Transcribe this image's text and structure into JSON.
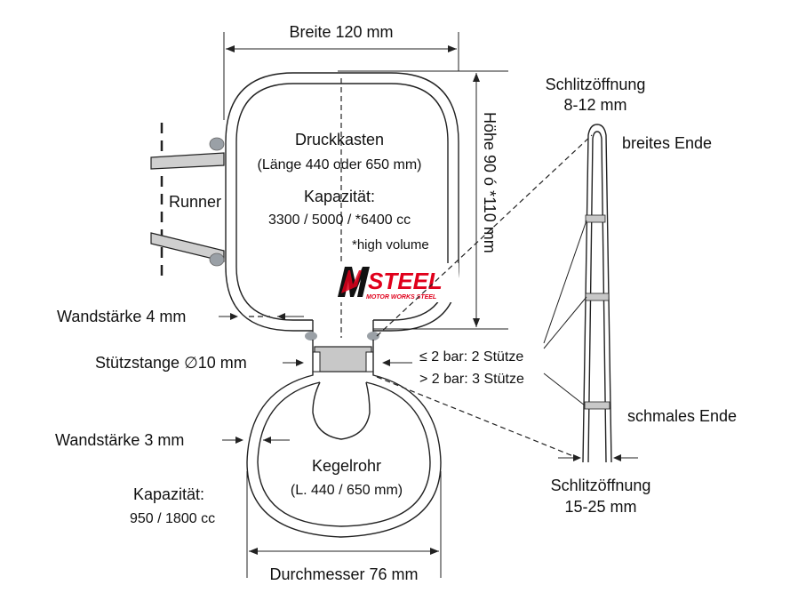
{
  "labels": {
    "breite": "Breite 120 mm",
    "hoehe": "Höhe 90 ó *110 mm",
    "druckkasten": "Druckkasten",
    "druck_laenge": "(Länge 440 oder 650 mm)",
    "kapazitaet_top": "Kapazität:",
    "kapazitaet_top_values": "3300 / 5000 / *6400 cc",
    "high_volume": "*high volume",
    "runner": "Runner",
    "wandstaerke_4": "Wandstärke 4 mm",
    "stuetzstange": "Stützstange ∅10 mm",
    "bar_le2": "≤ 2 bar: 2 Stütze",
    "bar_gt2": "> 2 bar: 3 Stütze",
    "wandstaerke_3": "Wandstärke 3 mm",
    "kegelrohr": "Kegelrohr",
    "kegel_laenge": "(L. 440 / 650 mm)",
    "kapazitaet_bottom": "Kapazität:",
    "kapazitaet_bottom_values": "950 / 1800 cc",
    "durchmesser": "Durchmesser 76 mm",
    "schlitz_top_1": "Schlitzöffnung",
    "schlitz_top_2": "8-12 mm",
    "breites_ende": "breites Ende",
    "schmales_ende": "schmales Ende",
    "schlitz_bottom_1": "Schlitzöffnung",
    "schlitz_bottom_2": "15-25 mm"
  },
  "logo": {
    "text": "STEEL",
    "subtext": "MOTOR WORKS STEEL",
    "color": "#e0001b"
  },
  "colors": {
    "line": "#222222",
    "fitting": "#9aa0a6",
    "tube_fill": "#d9d9d9"
  }
}
